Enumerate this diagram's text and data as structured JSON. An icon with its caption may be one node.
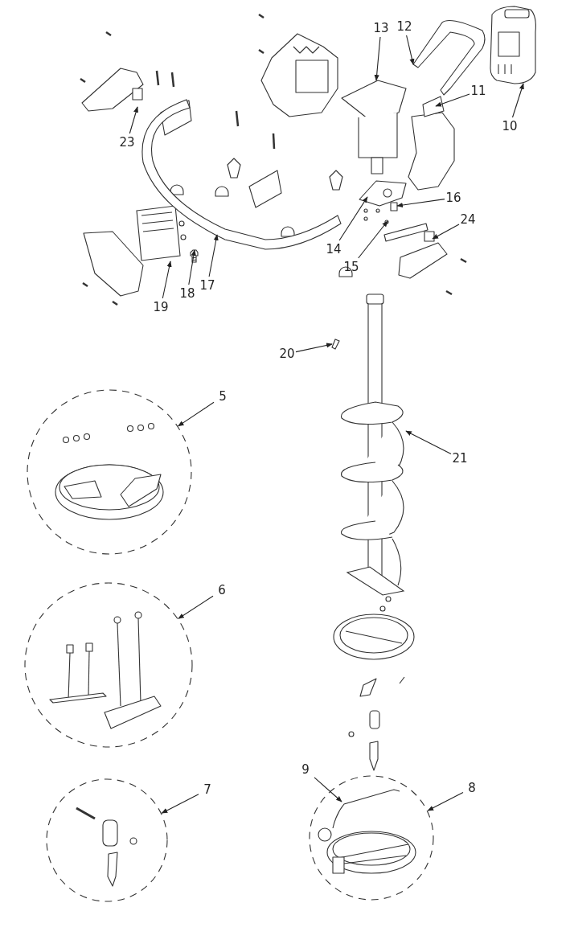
{
  "diagram": {
    "nodes": [
      {
        "text": [
          "13"
        ]
      },
      {
        "text": [
          "12"
        ]
      },
      {
        "text": [
          "11"
        ]
      },
      {
        "text": [
          "10"
        ]
      },
      {
        "text": [
          "23"
        ]
      },
      {
        "text": [
          "16"
        ]
      },
      {
        "text": [
          "14"
        ]
      },
      {
        "text": [
          "24"
        ]
      },
      {
        "text": [
          "15"
        ]
      },
      {
        "text": [
          "17"
        ]
      },
      {
        "text": [
          "18"
        ]
      },
      {
        "text": [
          "19"
        ]
      },
      {
        "text": [
          "20"
        ]
      },
      {
        "text": [
          "5"
        ]
      },
      {
        "text": [
          "21"
        ]
      },
      {
        "text": [
          "6"
        ]
      },
      {
        "text": [
          "9"
        ]
      },
      {
        "text": [
          "8"
        ]
      },
      {
        "text": [
          "7"
        ]
      },
      {
        "text": [],
        "shape": "circle"
      },
      {
        "text": [],
        "shape": "circle"
      },
      {
        "text": [],
        "shape": "circle"
      },
      {
        "text": [],
        "shape": "circle"
      },
      {
        "text": [],
        "shape": "picture",
        "in": 22
      },
      {
        "text": [],
        "shape": "picture"
      },
      {
        "text": [],
        "shape": "picture"
      },
      {
        "text": [],
        "shape": "picture"
      },
      {
        "text": [],
        "shape": "picture"
      },
      {
        "text": [],
        "shape": "picture"
      }
    ],
    "edges": [
      {
        "from": 0,
        "to": null,
        "arrow": "to"
      },
      {
        "from": 1,
        "to": null,
        "arrow": "to"
      },
      {
        "from": 2,
        "to": null,
        "arrow": "to"
      },
      {
        "from": 3,
        "to": null,
        "arrow": "to"
      },
      {
        "from": 4,
        "to": null,
        "arrow": "to"
      },
      {
        "from": 5,
        "to": null,
        "arrow": "to"
      },
      {
        "from": 6,
        "to": null,
        "arrow": "to"
      },
      {
        "from": 7,
        "to": null,
        "arrow": "to"
      },
      {
        "from": 8,
        "to": null,
        "arrow": "to"
      },
      {
        "from": 9,
        "to": 28,
        "arrow": "to"
      },
      {
        "from": 10,
        "to": 24,
        "arrow": "to"
      },
      {
        "from": 11,
        "to": 25,
        "arrow": "to"
      },
      {
        "from": 12,
        "to": 26,
        "arrow": "to"
      },
      {
        "from": 13,
        "to": 19,
        "arrow": "to"
      },
      {
        "from": 14,
        "to": 27,
        "arrow": "to"
      },
      {
        "from": 15,
        "to": 20,
        "arrow": "to"
      },
      {
        "from": 16,
        "to": 23,
        "arrow": "to"
      },
      {
        "from": 17,
        "to": 22,
        "arrow": "to"
      },
      {
        "from": 18,
        "to": 21,
        "arrow": "to"
      }
    ]
  }
}
